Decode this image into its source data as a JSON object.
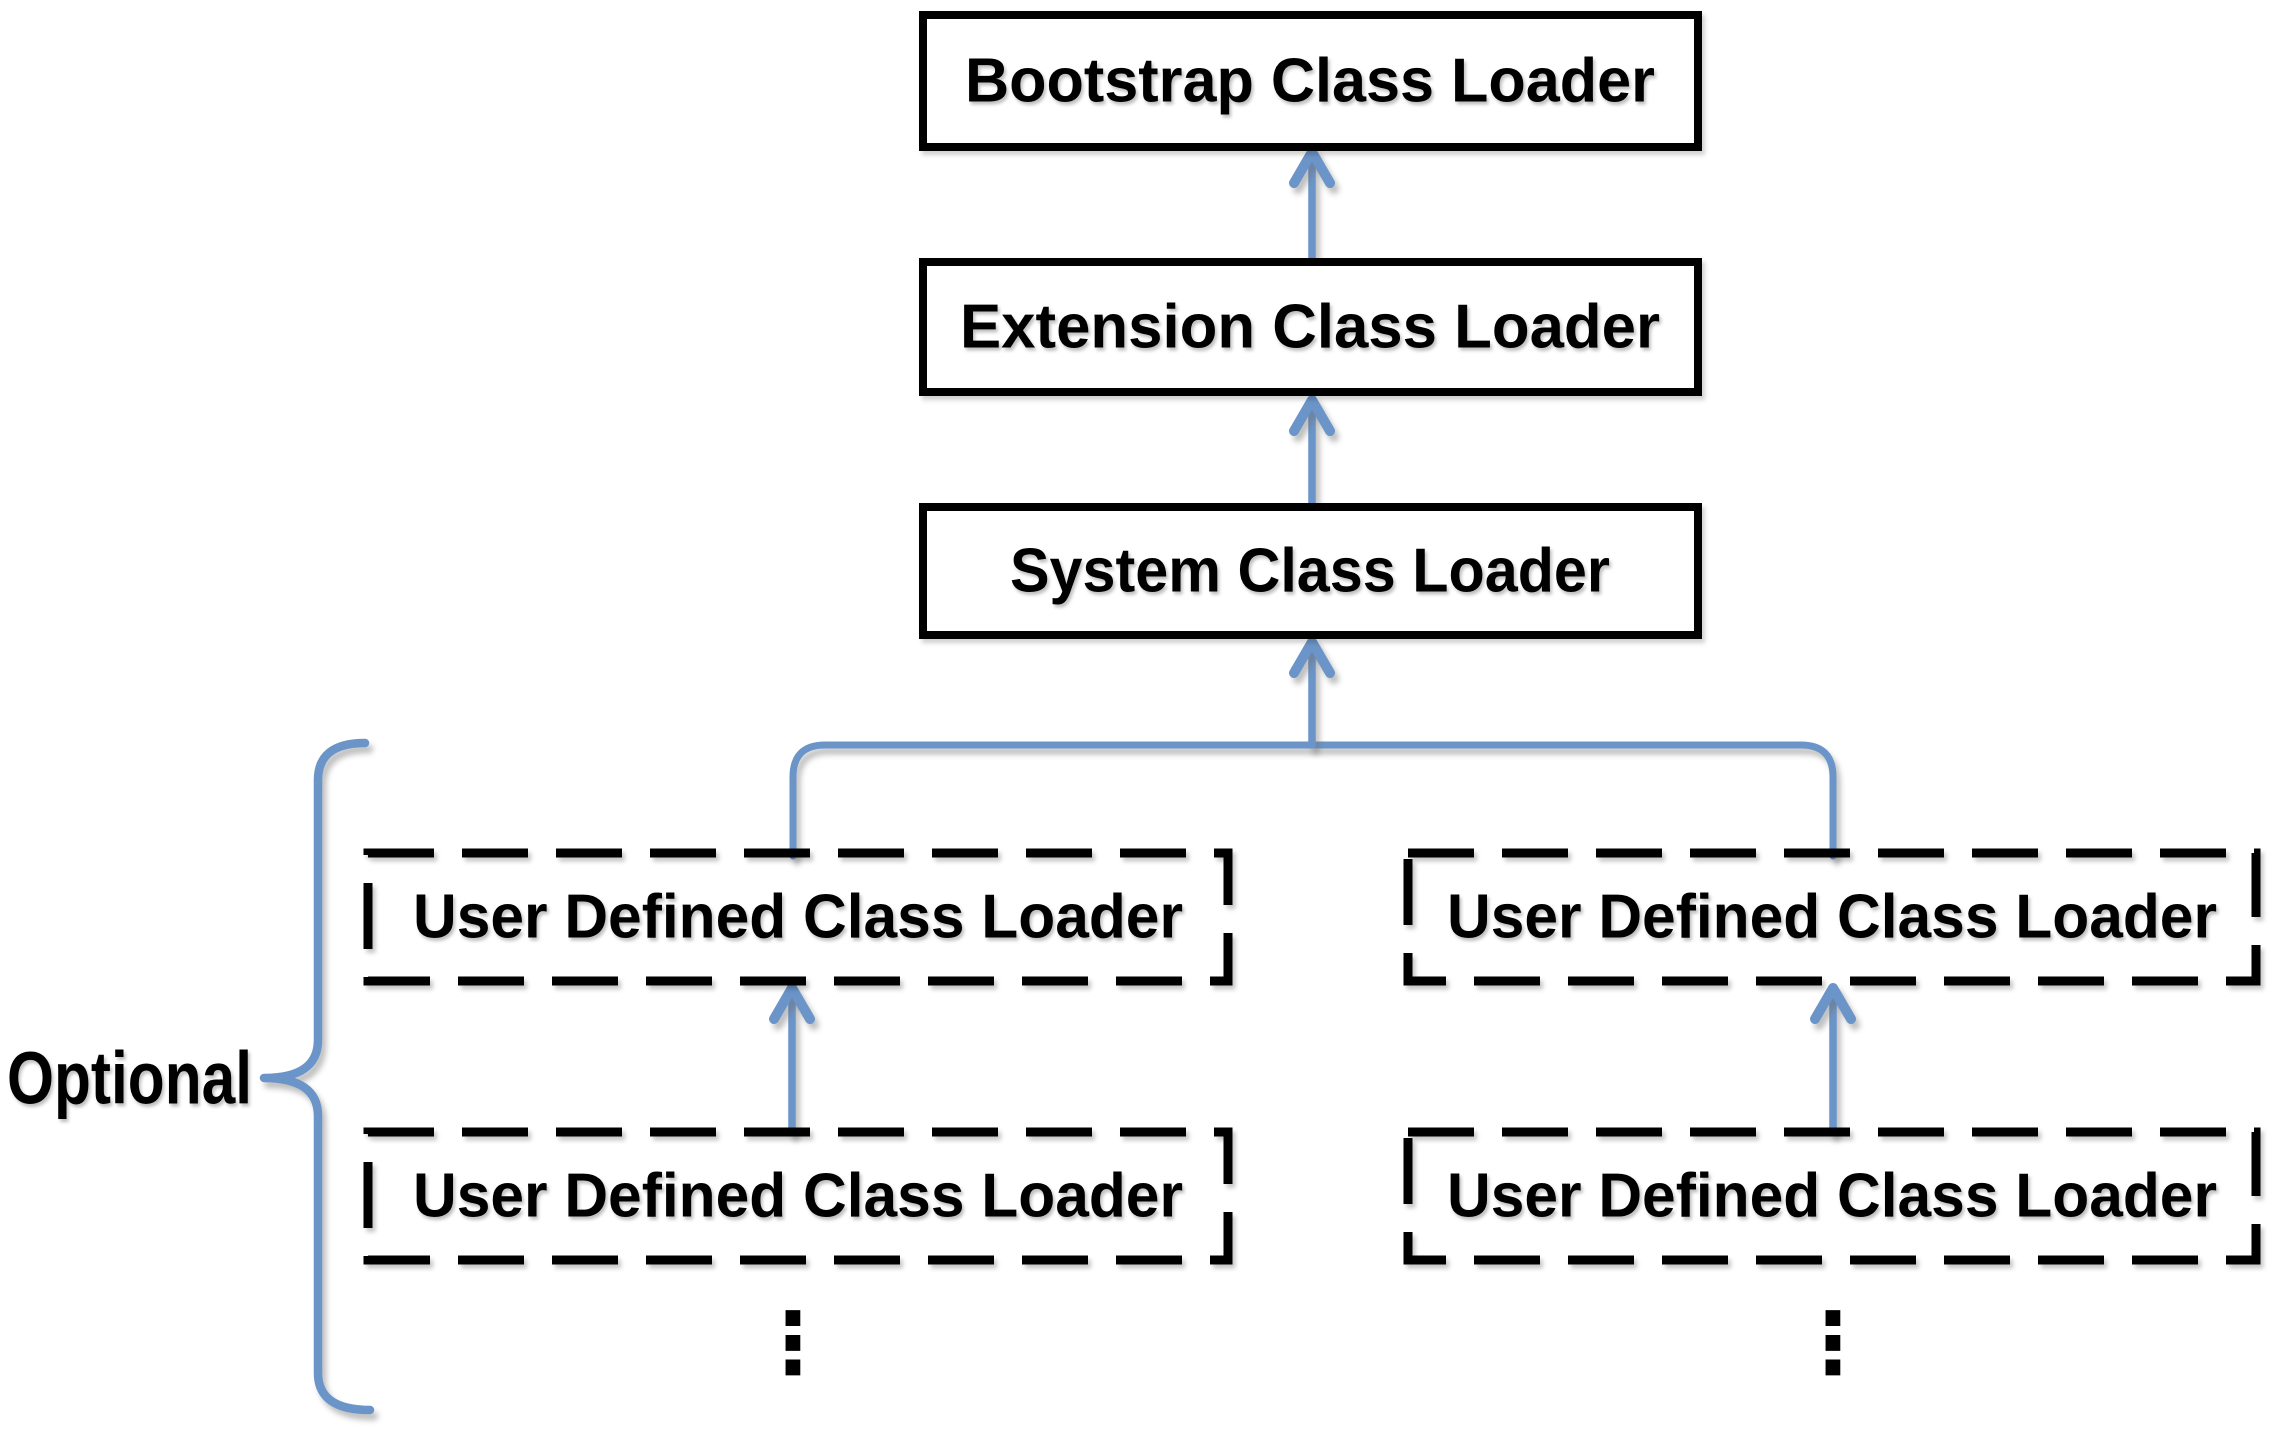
{
  "colors": {
    "background": "#FFFFFF",
    "box_border": "#000000",
    "text": "#000000",
    "connector_blue": "#6B95C9"
  },
  "hierarchy": {
    "bootstrap": {
      "label": "Bootstrap Class Loader"
    },
    "extension": {
      "label": "Extension Class Loader"
    },
    "system": {
      "label": "System Class Loader"
    },
    "user_defined": {
      "left_top": {
        "label": "User Defined Class Loader"
      },
      "left_bottom": {
        "label": "User Defined Class Loader"
      },
      "right_top": {
        "label": "User Defined Class Loader"
      },
      "right_bottom": {
        "label": "User Defined Class Loader"
      }
    }
  },
  "annotations": {
    "optional_label": "Optional",
    "ellipsis": "⋮"
  },
  "icons": {
    "up_arrow": "↑",
    "curly_brace_left": "{",
    "vertical_ellipsis": "⋮"
  }
}
